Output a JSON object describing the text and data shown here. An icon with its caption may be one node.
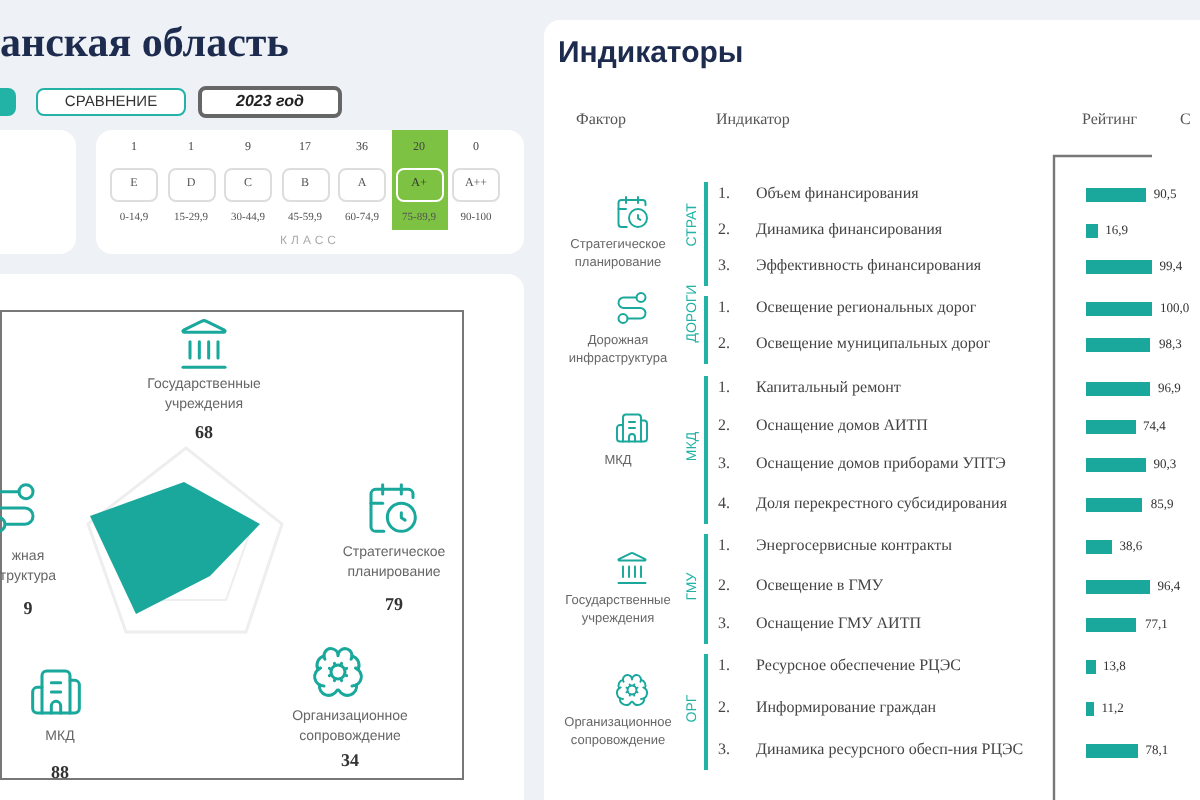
{
  "diagram": {
    "title": "анская область",
    "nodes": [
      {
        "text": [
          "СРАВНЕНИЕ"
        ]
      },
      {
        "text": [
          "2023 год"
        ]
      },
      {
        "text": [
          "E"
        ],
        "beside": [
          "1",
          "0-14,9"
        ]
      },
      {
        "text": [
          "D"
        ],
        "beside": [
          "1",
          "15-29,9"
        ]
      },
      {
        "text": [
          "C"
        ],
        "beside": [
          "9",
          "30-44,9"
        ]
      },
      {
        "text": [
          "B"
        ],
        "beside": [
          "17",
          "45-59,9"
        ]
      },
      {
        "text": [
          "A"
        ],
        "beside": [
          "36",
          "60-74,9"
        ]
      },
      {
        "text": [
          "A+"
        ],
        "beside": [
          "20",
          "75-89,9"
        ]
      },
      {
        "text": [
          "A++"
        ],
        "beside": [
          "0",
          "90-100"
        ]
      },
      {
        "text": [
          "Государственные учреждения",
          "68"
        ]
      },
      {
        "text": [
          "жная труктура",
          "9"
        ]
      },
      {
        "text": [
          "Стратегическое планирование",
          "79"
        ]
      },
      {
        "text": [
          "МКД",
          "88"
        ]
      },
      {
        "text": [
          "Организационное сопровождение",
          "34"
        ]
      },
      {
        "text": [
          "Индикаторы"
        ]
      },
      {
        "text": [
          "Стратегическое планирование"
        ],
        "beside": [
          "СТРАТ"
        ],
        "in": 14
      },
      {
        "text": [
          "Дорожная инфраструктура"
        ],
        "beside": [
          "ДОРОГИ"
        ],
        "in": 14
      },
      {
        "text": [
          "МКД"
        ],
        "beside": [
          "МКД"
        ],
        "in": 14
      },
      {
        "text": [
          "Государственные учреждения"
        ],
        "beside": [
          "ГМУ"
        ],
        "in": 14
      },
      {
        "text": [
          "Организационное сопровождение"
        ],
        "beside": [
          "ОРГ"
        ],
        "in": 14
      }
    ],
    "labels": [
      "КЛАСС",
      "Фактор",
      "Индикатор",
      "Рейтинг",
      "С",
      "1.",
      "2.",
      "3.",
      "1.",
      "2.",
      "1.",
      "2.",
      "3.",
      "4.",
      "1.",
      "2.",
      "3.",
      "1.",
      "2.",
      "3."
    ],
    "chart_data": {
      "type": "bar",
      "orientation": "horizontal",
      "categories": [
        "Объем финансирования",
        "Динамика финансирования",
        "Эффективность финансирования",
        "Освещение региональных дорог",
        "Освещение муниципальных дорог",
        "Капитальный ремонт",
        "Оснащение домов АИТП",
        "Оснащение домов приборами УПТЭ",
        "Доля перекрестного субсидирования",
        "Энергосервисные контракты",
        "Освещение в ГМУ",
        "Оснащение ГМУ АИТП",
        "Ресурсное обеспечение РЦЭС",
        "Информирование граждан",
        "Динамика ресурсного обесп-ния РЦЭС"
      ],
      "values": [
        90.5,
        16.9,
        99.4,
        100.0,
        98.3,
        96.9,
        74.4,
        90.3,
        85.9,
        38.6,
        96.4,
        77.1,
        13.8,
        11.2,
        78.1
      ],
      "value_labels": [
        "90,5",
        "16,9",
        "99,4",
        "100,0",
        "98,3",
        "96,9",
        "74,4",
        "90,3",
        "85,9",
        "38,6",
        "96,4",
        "77,1",
        "13,8",
        "11,2",
        "78,1"
      ]
    }
  }
}
